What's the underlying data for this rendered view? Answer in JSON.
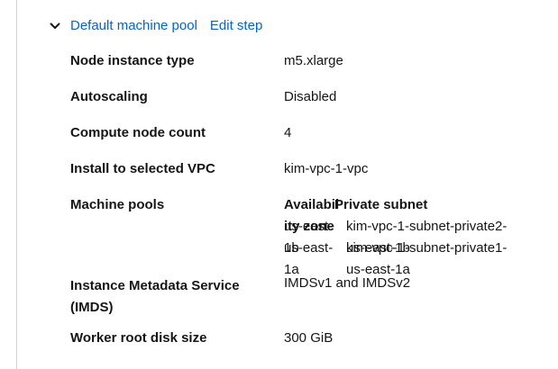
{
  "colors": {
    "link": "#0066cc",
    "text": "#151515",
    "divider": "#d2d2d2",
    "background": "#ffffff"
  },
  "section": {
    "title": "Default machine pool",
    "edit_link": "Edit step",
    "expand_icon": "chevron-down"
  },
  "details": {
    "rows": [
      {
        "label": "Node instance type",
        "value": "m5.xlarge"
      },
      {
        "label": "Autoscaling",
        "value": "Disabled"
      },
      {
        "label": "Compute node count",
        "value": "4"
      },
      {
        "label": "Install to selected VPC",
        "value": "kim-vpc-1-vpc"
      },
      {
        "label": "Machine pools",
        "value": ""
      },
      {
        "label": "Instance Metadata Service (IMDS)",
        "value": "IMDSv1 and IMDSv2"
      },
      {
        "label": "Worker root disk size",
        "value": "300 GiB"
      }
    ]
  },
  "machine_pools_table": {
    "columns": [
      "Availability zone",
      "Private subnet"
    ],
    "rows": [
      {
        "availability_zone": "us-east-1b",
        "private_subnet": "kim-vpc-1-subnet-private2-us-east-1b"
      },
      {
        "availability_zone": "us-east-1a",
        "private_subnet": "kim-vpc-1-subnet-private1-us-east-1a"
      }
    ]
  }
}
